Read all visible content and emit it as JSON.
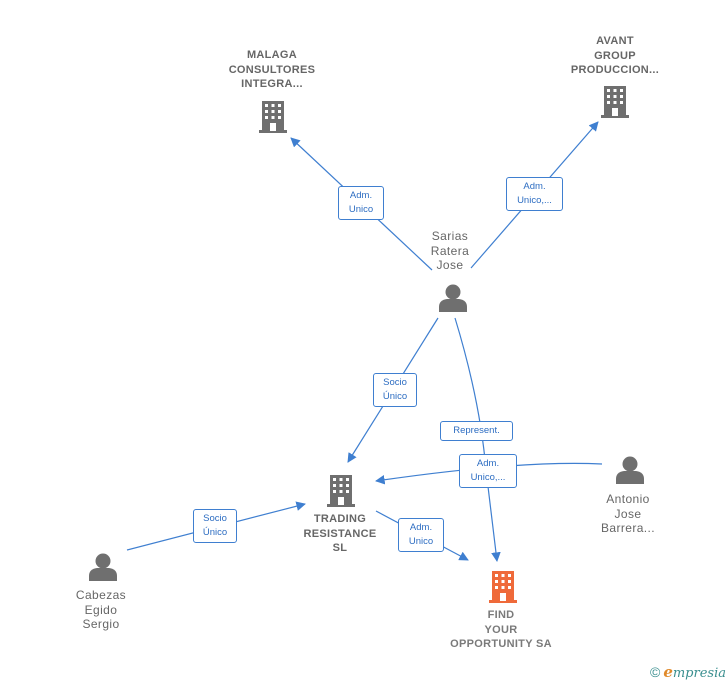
{
  "nodes": {
    "malaga": {
      "lines": [
        "MALAGA",
        "CONSULTORES",
        "INTEGRA..."
      ],
      "kind": "company",
      "icon": "building-icon"
    },
    "avant": {
      "lines": [
        "AVANT",
        "GROUP",
        "PRODUCCION..."
      ],
      "kind": "company",
      "icon": "building-icon"
    },
    "sarias": {
      "lines": [
        "Sarias",
        "Ratera",
        "Jose"
      ],
      "kind": "person",
      "icon": "person-icon"
    },
    "trading": {
      "lines": [
        "TRADING",
        "RESISTANCE",
        "SL"
      ],
      "kind": "company",
      "icon": "building-icon"
    },
    "antonio": {
      "lines": [
        "Antonio",
        "Jose",
        "Barrera..."
      ],
      "kind": "person",
      "icon": "person-icon"
    },
    "cabezas": {
      "lines": [
        "Cabezas",
        "Egido",
        "Sergio"
      ],
      "kind": "person",
      "icon": "person-icon"
    },
    "find": {
      "lines": [
        "FIND",
        "YOUR",
        "OPPORTUNITY SA"
      ],
      "kind": "company",
      "icon": "building-icon",
      "focus": true
    }
  },
  "edges": {
    "sarias_malaga": {
      "lines": [
        "Adm.",
        "Unico"
      ]
    },
    "sarias_avant": {
      "lines": [
        "Adm.",
        "Unico,..."
      ]
    },
    "sarias_trading": {
      "lines": [
        "Socio",
        "Único"
      ]
    },
    "sarias_find": {
      "lines": [
        "Represent."
      ]
    },
    "antonio_trading": {
      "lines": [
        "Adm.",
        "Unico,..."
      ]
    },
    "cabezas_trading": {
      "lines": [
        "Socio",
        "Único"
      ]
    },
    "trading_find": {
      "lines": [
        "Adm.",
        "Unico"
      ]
    }
  },
  "colors": {
    "edge": "#3f7fd0",
    "icon": "#6f6f6f",
    "focus": "#ef6a3a"
  },
  "footer": {
    "copyright_symbol": "©",
    "brand_initial": "e",
    "brand_rest": "mpresia"
  }
}
